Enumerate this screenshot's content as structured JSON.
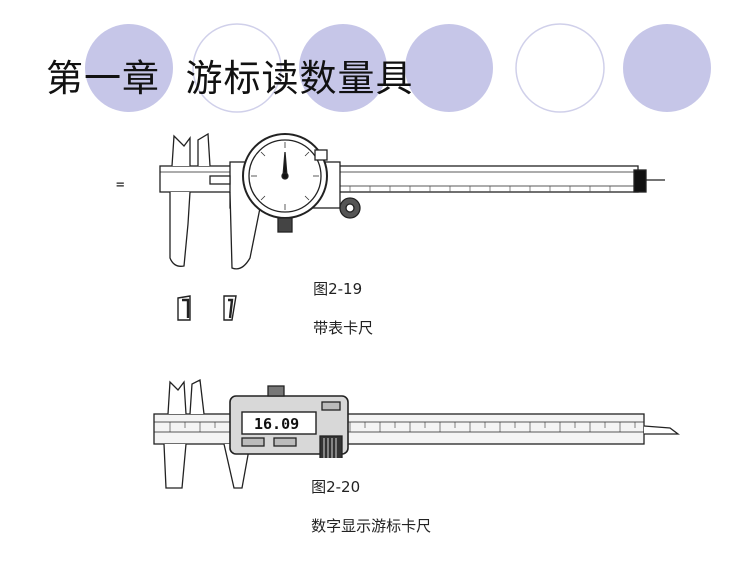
{
  "slide": {
    "title": "第一章  游标读数量具",
    "stray_mark": "=",
    "figures": [
      {
        "caption_number": "图2-19",
        "caption_text": "带表卡尺"
      },
      {
        "caption_number": "图2-20",
        "caption_text": "数字显示游标卡尺",
        "display_reading": "16.09"
      }
    ]
  },
  "colors": {
    "decor_circle_fill": "#c6c6e8",
    "decor_circle_outline": "#c6c6e8",
    "line_art": "#222222",
    "background": "#ffffff"
  }
}
